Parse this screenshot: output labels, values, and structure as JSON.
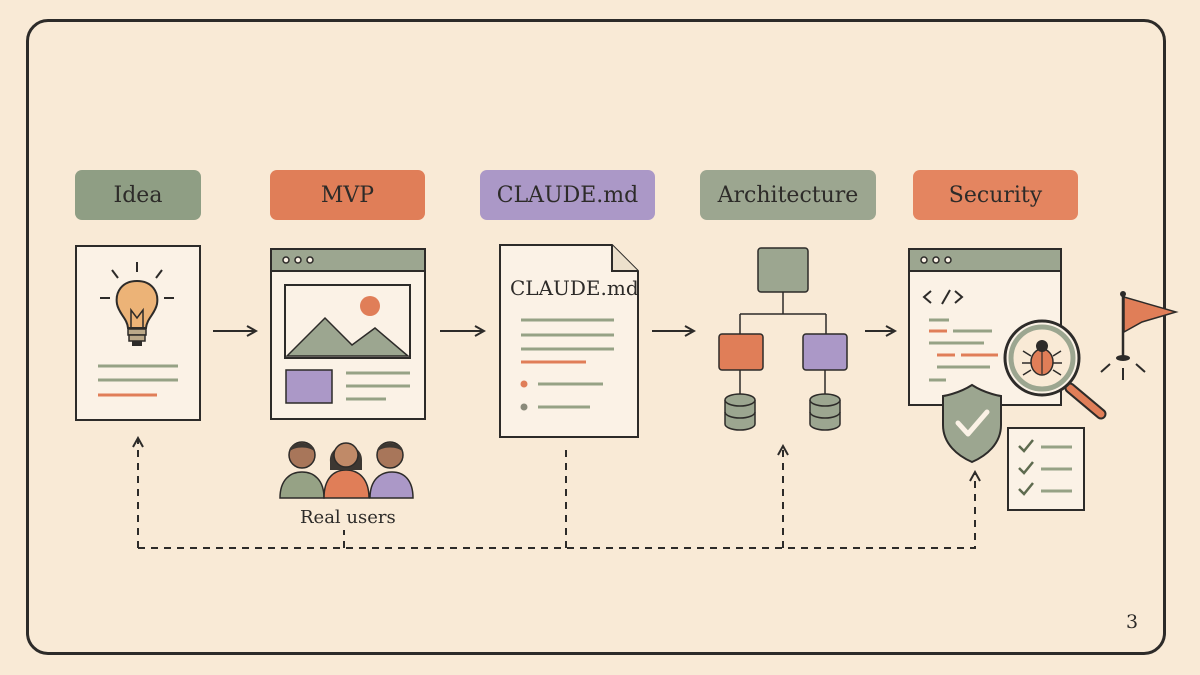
{
  "stages": [
    {
      "label": "Idea",
      "color": "#8f9e84"
    },
    {
      "label": "MVP",
      "color": "#e07e58"
    },
    {
      "label": "CLAUDE.md",
      "color": "#ab98c7"
    },
    {
      "label": "Architecture",
      "color": "#9ca690"
    },
    {
      "label": "Security",
      "color": "#e48560"
    }
  ],
  "claude_doc": {
    "title": "CLAUDE.md"
  },
  "users": {
    "caption": "Real users"
  },
  "page": {
    "number": "3"
  },
  "icons": [
    "lightbulb-icon",
    "browser-window-icon",
    "image-placeholder-icon",
    "document-icon",
    "flowchart-icon",
    "database-icon",
    "code-icon",
    "bug-icon",
    "magnifier-icon",
    "shield-check-icon",
    "checklist-icon",
    "flag-icon",
    "users-icon"
  ],
  "colors": {
    "background": "#f9ead6",
    "ink": "#2d2b29",
    "sage": "#8f9e84",
    "coral": "#e07e58",
    "lavender": "#ab98c7"
  }
}
